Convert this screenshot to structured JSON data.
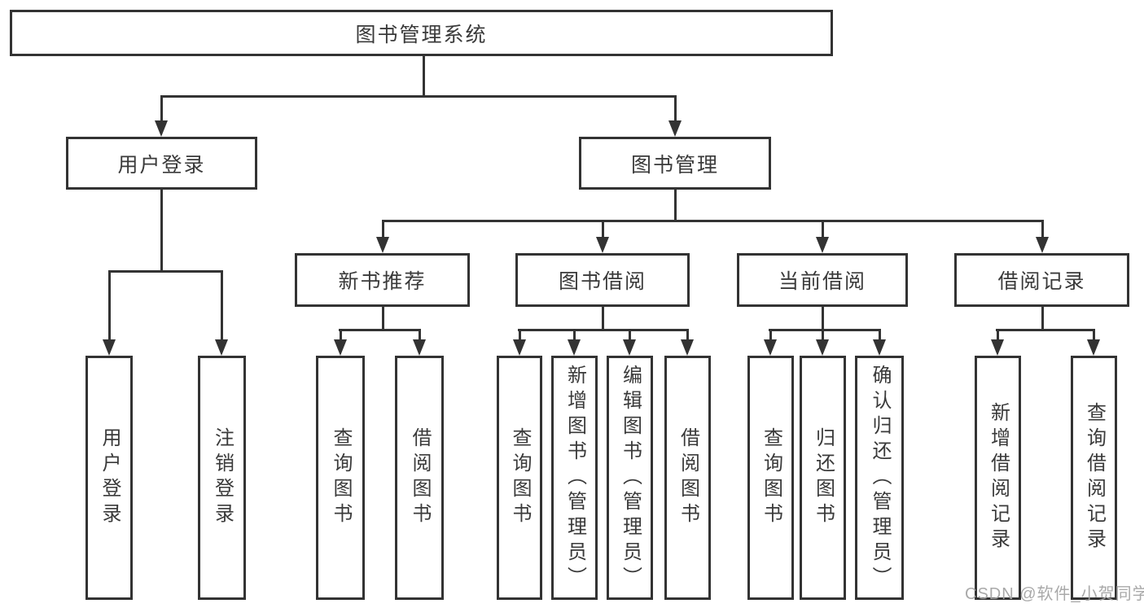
{
  "tree": {
    "root": {
      "label": "图书管理系统"
    },
    "branches": [
      {
        "label": "用户登录",
        "children": [
          {
            "label": "用户登录"
          },
          {
            "label": "注销登录"
          }
        ]
      },
      {
        "label": "图书管理",
        "children": [
          {
            "label": "新书推荐",
            "children": [
              {
                "label": "查询图书"
              },
              {
                "label": "借阅图书"
              }
            ]
          },
          {
            "label": "图书借阅",
            "children": [
              {
                "label": "查询图书"
              },
              {
                "label": "新增图书（管理员）"
              },
              {
                "label": "编辑图书（管理员）"
              },
              {
                "label": "借阅图书"
              }
            ]
          },
          {
            "label": "当前借阅",
            "children": [
              {
                "label": "查询图书"
              },
              {
                "label": "归还图书"
              },
              {
                "label": "确认归还（管理员）"
              }
            ]
          },
          {
            "label": "借阅记录",
            "children": [
              {
                "label": "新增借阅记录"
              },
              {
                "label": "查询借阅记录"
              }
            ]
          }
        ]
      }
    ]
  },
  "watermark": "CSDN @软件_小贺同学",
  "colors": {
    "line": "#333333",
    "text": "#3a3a3a",
    "background": "#ffffff",
    "watermark": "#a4a4a4"
  }
}
